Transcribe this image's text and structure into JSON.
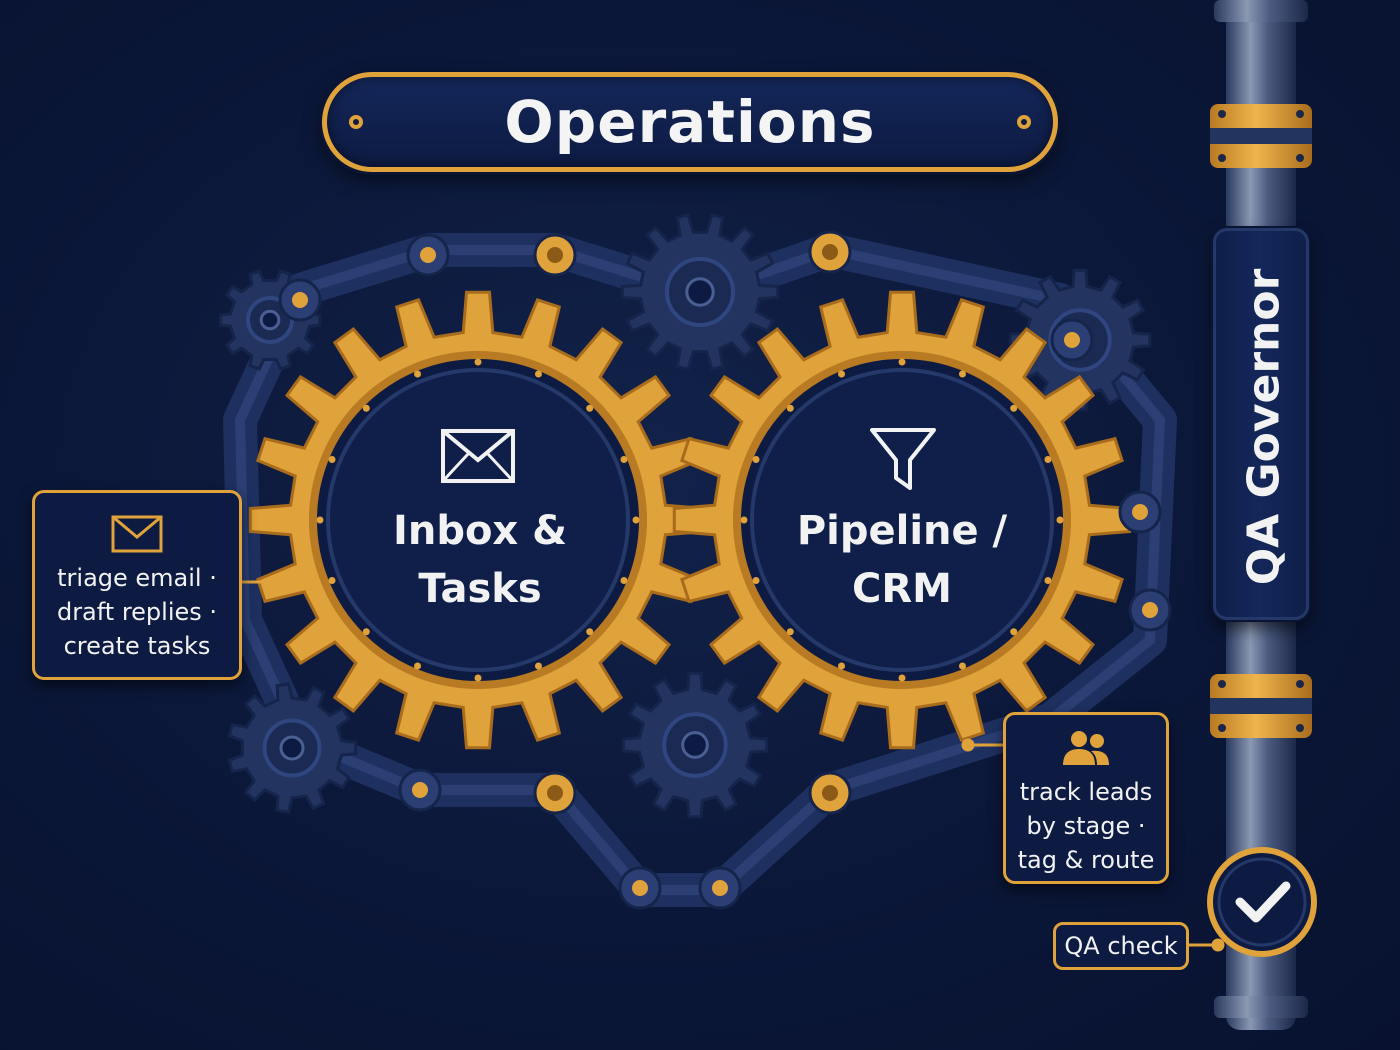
{
  "title": "Operations",
  "gears": [
    {
      "label": "Inbox &\nTasks",
      "icon": "envelope-icon"
    },
    {
      "label": "Pipeline /\nCRM",
      "icon": "funnel-icon"
    }
  ],
  "callouts": {
    "inbox": {
      "icon": "envelope-icon",
      "lines": [
        "triage email ·",
        "draft replies ·",
        "create tasks"
      ]
    },
    "pipeline": {
      "icon": "people-icon",
      "lines": [
        "track leads",
        "by stage ·",
        "tag & route"
      ]
    }
  },
  "governor": {
    "label": "QA Governor",
    "check_label": "QA check",
    "check_icon": "checkmark-icon"
  },
  "colors": {
    "background": "#0b1738",
    "accent": "#e0a23a",
    "steel": "#23355f"
  }
}
